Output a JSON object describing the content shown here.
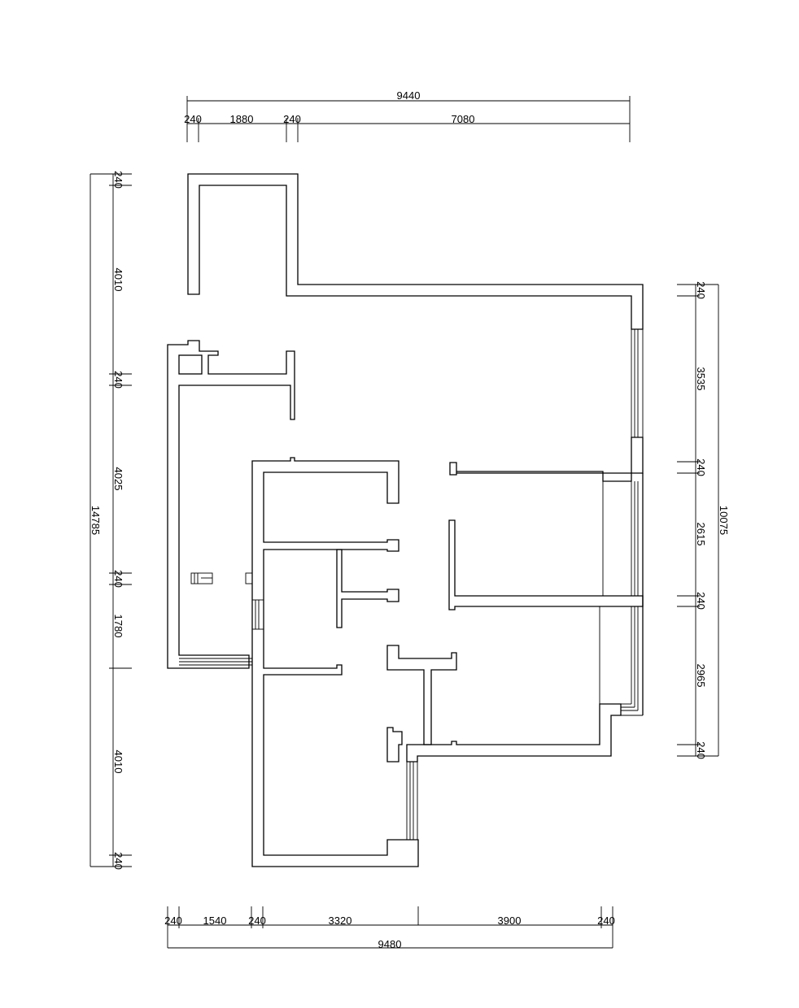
{
  "top_dims": {
    "overall": "9440",
    "segments": [
      "240",
      "1880",
      "240",
      "7080"
    ]
  },
  "bottom_dims": {
    "overall": "9480",
    "segments": [
      "240",
      "1540",
      "240",
      "3320",
      "3900",
      "240"
    ]
  },
  "left_dims": {
    "overall": "14785",
    "segments": [
      "240",
      "4010",
      "240",
      "4025",
      "240",
      "1780",
      "4010",
      "240"
    ]
  },
  "right_dims": {
    "overall": "10075",
    "segments": [
      "240",
      "3535",
      "240",
      "2615",
      "240",
      "2965",
      "240"
    ]
  }
}
